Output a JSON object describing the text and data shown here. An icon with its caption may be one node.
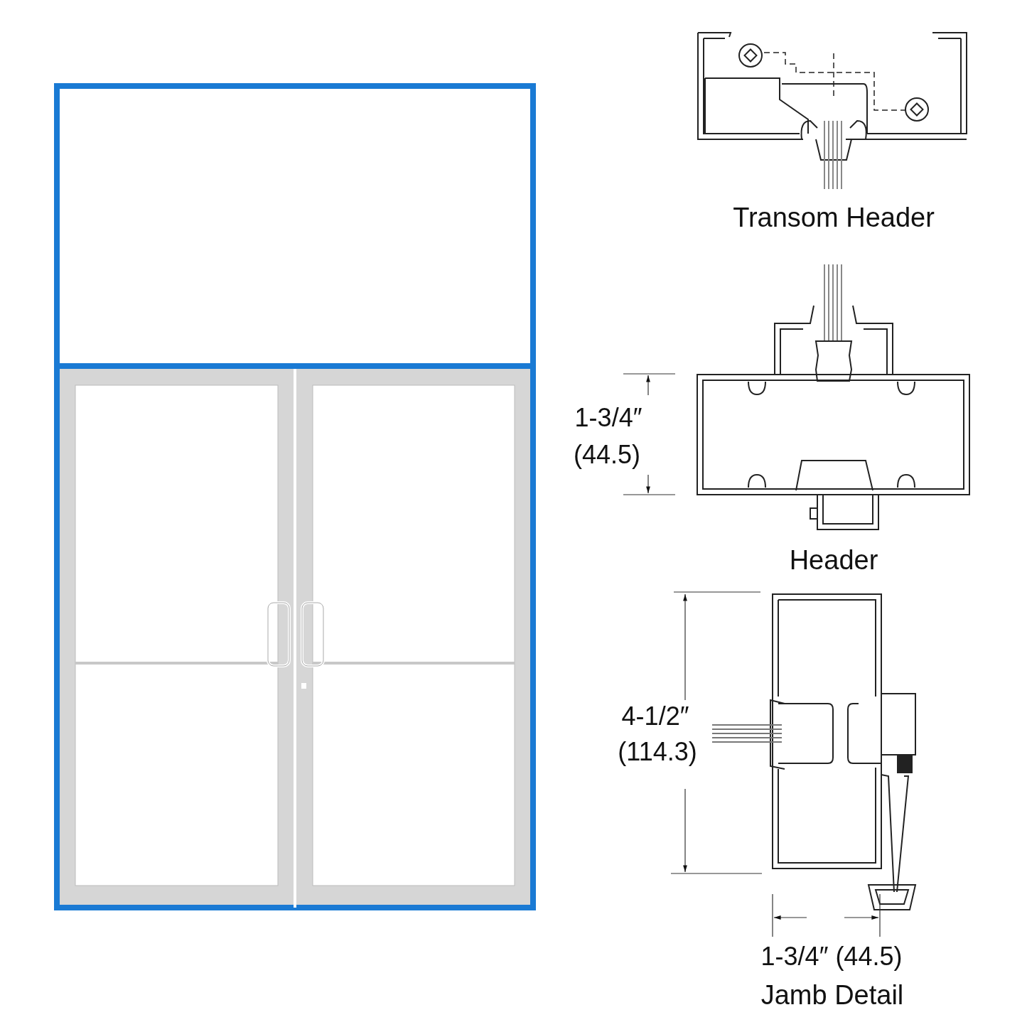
{
  "diagram": {
    "labels": [
      "Transom Header",
      "1-3/4″",
      "(44.5)",
      "Header",
      "4-1/2″",
      "(114.3)",
      "1-3/4″ (44.5)",
      "Jamb Detail"
    ]
  }
}
